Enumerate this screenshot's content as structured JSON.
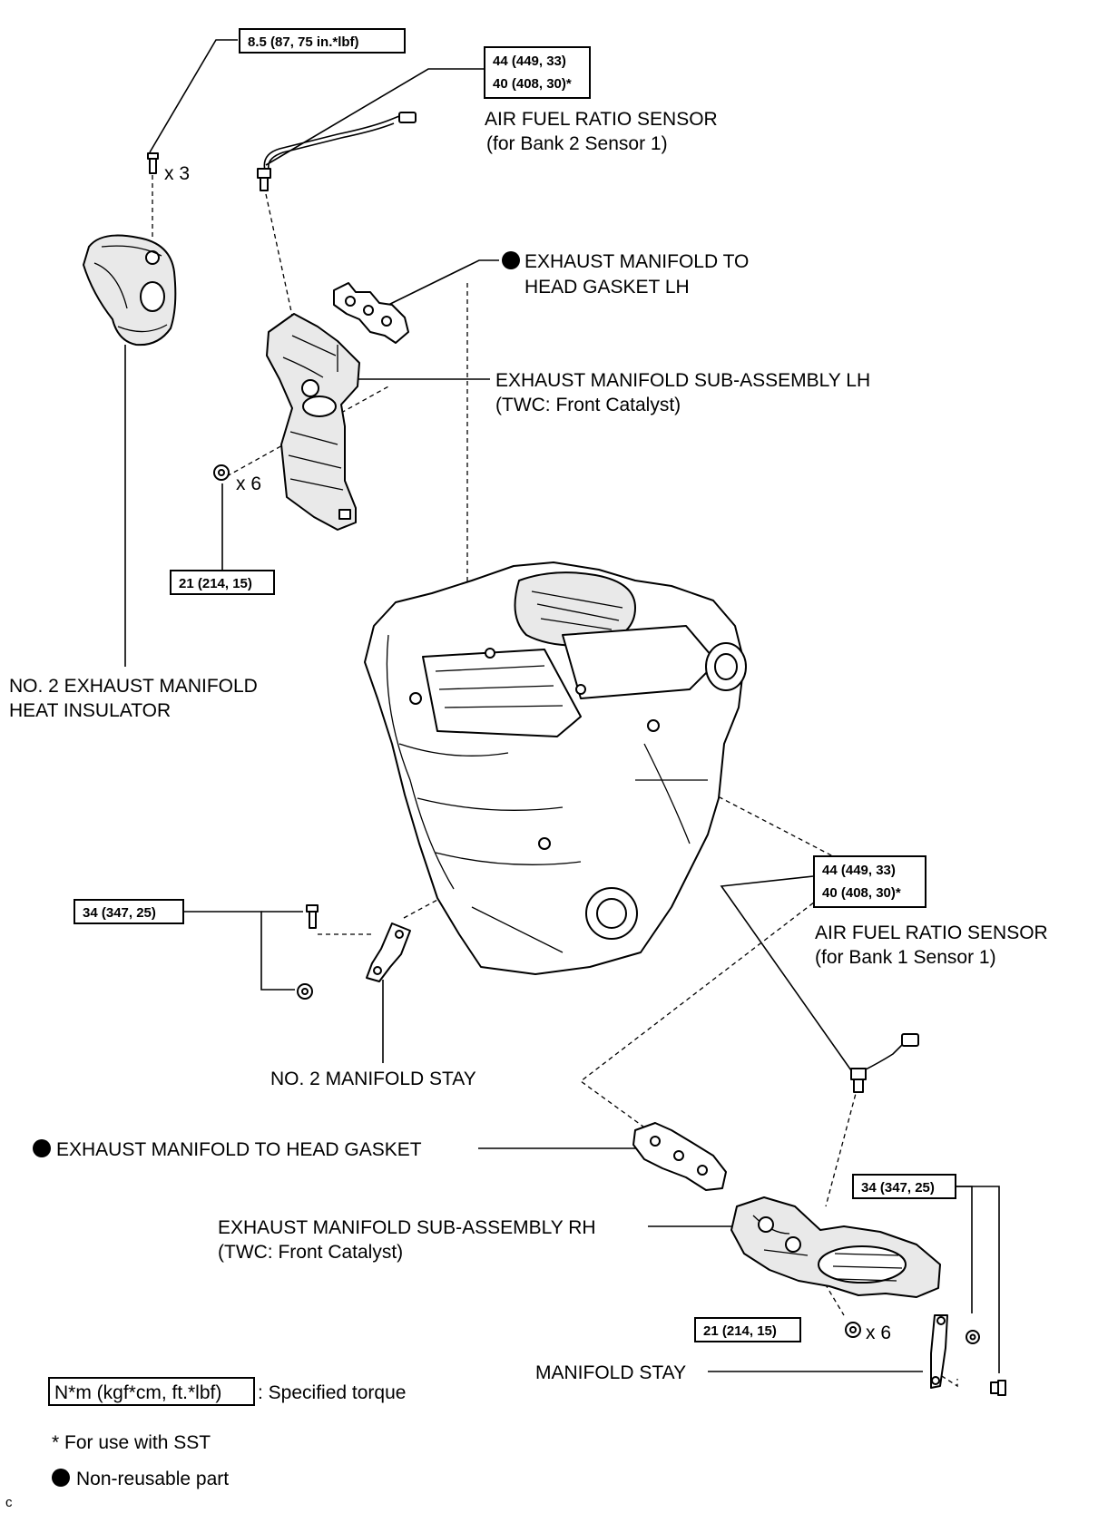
{
  "torque_specs": {
    "insulator_bolt": "8.5 (87, 75 in.*lbf)",
    "sensor_bank2_line1": "44 (449, 33)",
    "sensor_bank2_line2": "40 (408, 30)*",
    "lh_manifold_nut": "21 (214, 15)",
    "no2_stay": "34 (347, 25)",
    "sensor_bank1_line1": "44 (449, 33)",
    "sensor_bank1_line2": "40 (408, 30)*",
    "rh_stay": "34 (347, 25)",
    "rh_manifold_nut": "21 (214, 15)"
  },
  "quantities": {
    "insulator_bolts": "x 3",
    "lh_nuts": "x 6",
    "rh_nuts": "x 6"
  },
  "callouts": {
    "sensor_bank2_title": "AIR FUEL RATIO SENSOR",
    "sensor_bank2_sub": "(for Bank 2 Sensor 1)",
    "gasket_lh_line1": "EXHAUST MANIFOLD TO",
    "gasket_lh_line2": "HEAD GASKET LH",
    "manifold_lh_title": "EXHAUST MANIFOLD SUB-ASSEMBLY LH",
    "manifold_lh_sub": "(TWC: Front Catalyst)",
    "insulator_line1": "NO. 2 EXHAUST MANIFOLD",
    "insulator_line2": "HEAT INSULATOR",
    "sensor_bank1_title": "AIR FUEL RATIO SENSOR",
    "sensor_bank1_sub": "(for Bank 1 Sensor 1)",
    "no2_stay": "NO. 2 MANIFOLD STAY",
    "gasket_rh": "EXHAUST MANIFOLD TO HEAD GASKET",
    "manifold_rh_title": "EXHAUST MANIFOLD SUB-ASSEMBLY RH",
    "manifold_rh_sub": "(TWC: Front Catalyst)",
    "manifold_stay": "MANIFOLD STAY"
  },
  "legend": {
    "torque_unit": "N*m (kgf*cm, ft.*lbf)",
    "torque_desc": ": Specified torque",
    "sst_note": "* For use with SST",
    "nonreusable": "Non-reusable part"
  },
  "corner_mark": "c"
}
